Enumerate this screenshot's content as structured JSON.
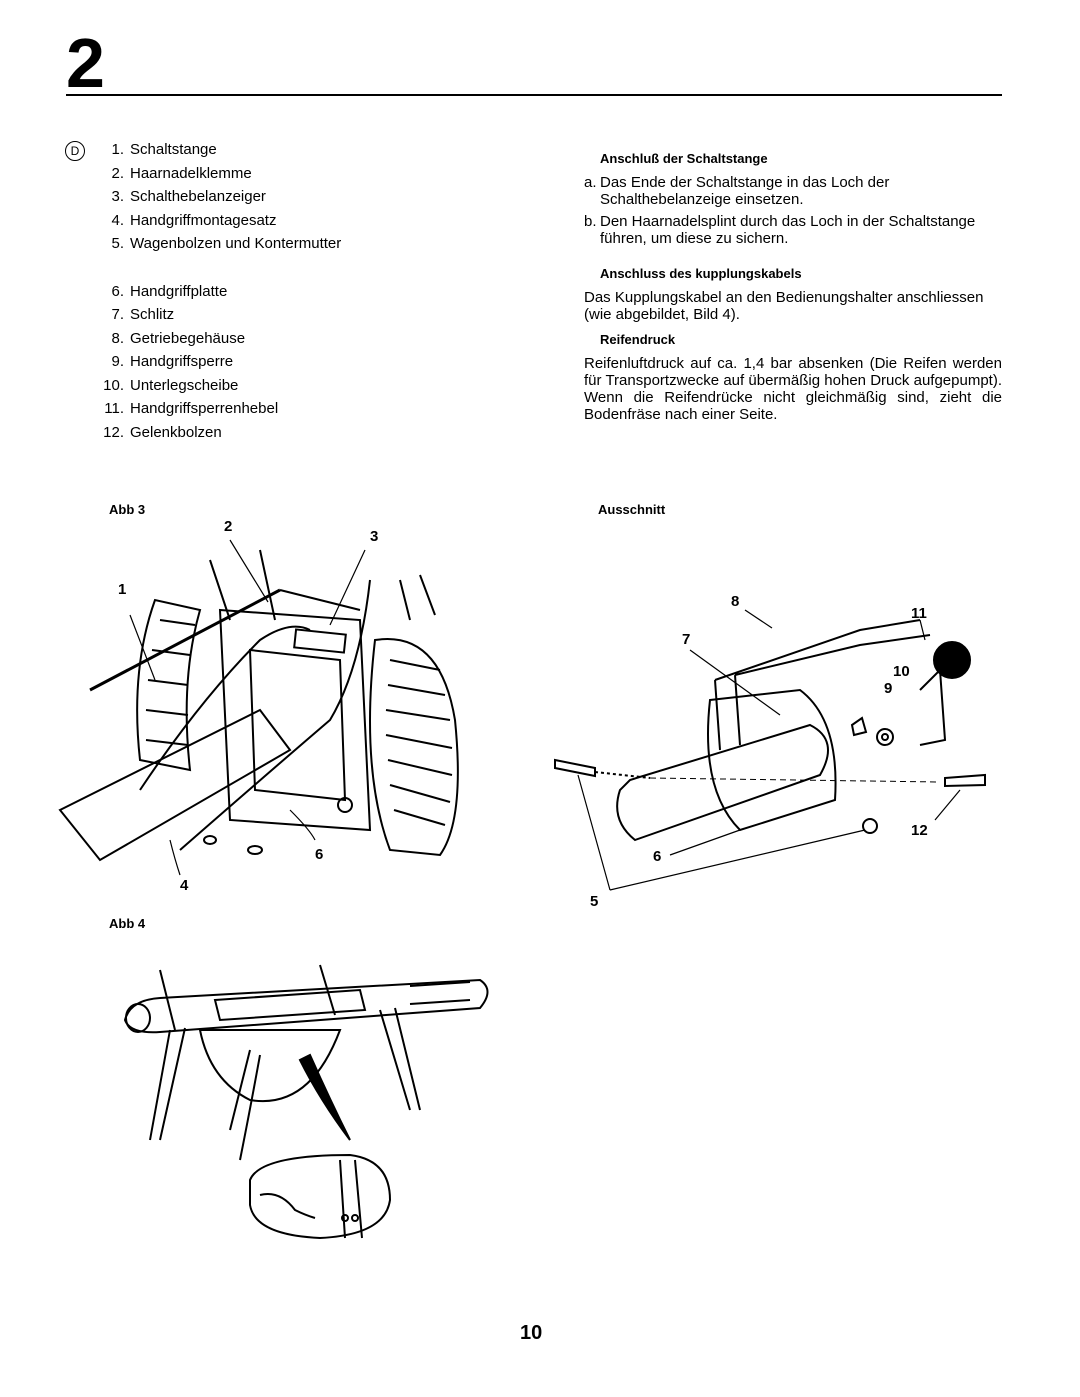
{
  "header": {
    "chapter": "2"
  },
  "language_badge": "D",
  "parts_legend": [
    {
      "num": "1.",
      "label": "Schaltstange"
    },
    {
      "num": "2.",
      "label": "Haarnadelklemme"
    },
    {
      "num": "3.",
      "label": "Schalthebelanzeiger"
    },
    {
      "num": "4.",
      "label": "Handgriffmontagesatz"
    },
    {
      "num": "5.",
      "label": "Wagenbolzen und Kontermutter"
    },
    {
      "num": "6.",
      "label": "Handgriffplatte"
    },
    {
      "num": "7.",
      "label": "Schlitz"
    },
    {
      "num": "8.",
      "label": "Getriebegehäuse"
    },
    {
      "num": "9.",
      "label": "Handgriffsperre"
    },
    {
      "num": "10.",
      "label": "Unterlegscheibe"
    },
    {
      "num": "11.",
      "label": "Handgriffsperrenhebel"
    },
    {
      "num": "12.",
      "label": "Gelenkbolzen"
    }
  ],
  "sections": {
    "shift_rod": {
      "title": "Anschluß der Schaltstange",
      "steps": [
        {
          "letter": "a.",
          "text": "Das Ende der Schaltstange in das Loch der Schalthebelanzeige einsetzen."
        },
        {
          "letter": "b.",
          "text": "Den Haarnadelsplint durch das Loch in der Schaltstange führen, um diese zu sichern."
        }
      ]
    },
    "clutch_cable": {
      "title": "Anschluss des kupplungskabels",
      "text": "Das Kupplungskabel an den Bedienungshalter anschliessen (wie abgebildet, Bild 4)."
    },
    "tire_pressure": {
      "title": "Reifendruck",
      "text": "Reifenluftdruck auf ca. 1,4 bar absenken (Die Reifen werden für Transportzwecke auf übermäßig hohen Druck aufgepumpt). Wenn die Reifendrücke nicht gleichmäßig sind, zieht die Bodenfräse nach einer Seite."
    }
  },
  "figures": {
    "abb3": {
      "label": "Abb 3",
      "callouts": [
        "1",
        "2",
        "3",
        "4",
        "6"
      ]
    },
    "detail": {
      "label": "Ausschnitt",
      "callouts": [
        "5",
        "6",
        "7",
        "8",
        "9",
        "10",
        "11",
        "12"
      ]
    },
    "abb4": {
      "label": "Abb 4"
    }
  },
  "footer": {
    "page_number": "10"
  }
}
